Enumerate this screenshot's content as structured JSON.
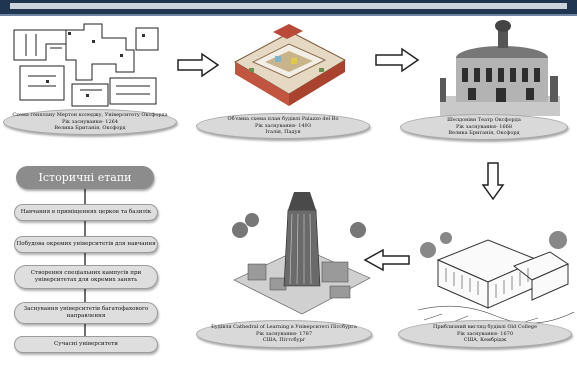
{
  "captions": {
    "merton": [
      "Схема генплану Мертон коледжу, Університету Оксфорда",
      "Рік заснування- 1264",
      "Велика Британія, Оксфорд"
    ],
    "palazzo": [
      "Об'ємна схема план будівлі Palazzo del Bo",
      "Рік заснування- 1493",
      "Італія, Падуя"
    ],
    "sheldonian": [
      "Шелдонівн Театр Оксфорда",
      "Рік заснування- 1668",
      "Велика Британія, Оксфорд"
    ],
    "old_college": [
      "Приблизний вигляд будівлі Old College",
      "Рік заснування- 1670",
      "США, Кембрідж"
    ],
    "cathedral": [
      "Будівля Cathedral of Learning в Університеті Пітсбурга",
      "Рік заснування- 1787",
      "США, Піттсбург"
    ]
  },
  "stages": {
    "title": "Історичні етапи",
    "items": [
      [
        "Навчання в приміщеннях церков та базилік"
      ],
      [
        "Побудова окремих університетів для навчання"
      ],
      [
        "Створення спеціальних кампусів при",
        "університетах для окремих занять"
      ],
      [
        "Заснування університетів багатофахового",
        "направлення"
      ],
      [
        "Сучасні університети"
      ]
    ]
  },
  "colors": {
    "topbar": "#1f3550",
    "caption_fill": "#d9d9d9",
    "stage_fill": "#dedede",
    "title_fill": "#8c8c8c"
  }
}
